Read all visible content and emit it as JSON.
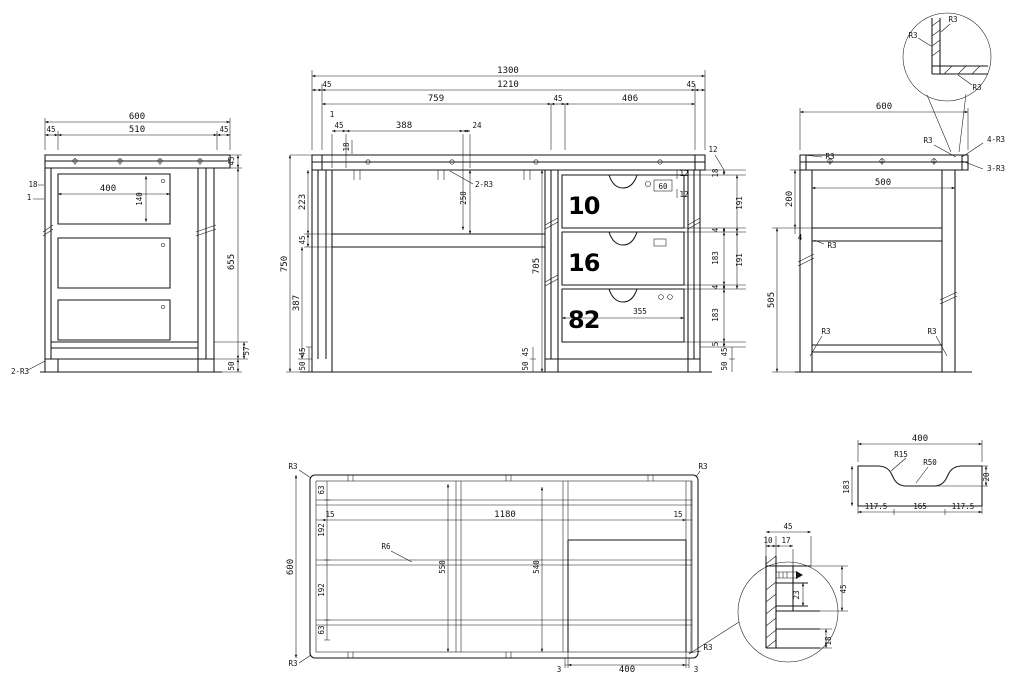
{
  "drawing": {
    "background": "#ffffff",
    "line_color": "#141414"
  },
  "side_left": {
    "overall_width": "600",
    "inner_width": "510",
    "inset_left": "45",
    "inset_right": "45",
    "panel_18": "18",
    "gap_1": "1",
    "drawer_width_400": "400",
    "drawer_height_140": "140",
    "top_thickness_45": "45",
    "body_height_655": "655",
    "base_57": "57",
    "foot_50": "50",
    "corner_note": "2-R3"
  },
  "front": {
    "overall_width": "1300",
    "inner_width": "1210",
    "inset_left": "45",
    "inset_right": "45",
    "opening_759": "759",
    "divider_45": "45",
    "pedestal_406": "406",
    "gap_1": "1",
    "apron_45": "45",
    "panel_18": "18",
    "offset_388": "388",
    "offset_24": "24",
    "depth_250": "250",
    "corner_note": "2-R3",
    "upper_223": "223",
    "rail_45": "45",
    "overall_height_750": "750",
    "lower_387": "387",
    "pedestal_height_705": "705",
    "left_foot_45": "45",
    "left_foot_50": "50",
    "ped_left_45": "45",
    "ped_left_50": "50",
    "ped_right_45": "45",
    "ped_right_50": "50",
    "top_gap_12": "12",
    "chain_inner": [
      "18",
      "4",
      "183",
      "4",
      "183",
      "5"
    ],
    "chain_outer": [
      "191",
      "191"
    ],
    "drawer_width_355": "355",
    "recess_60": "60",
    "gap_12_a": "12",
    "gap_12_b": "12",
    "drawer_numbers": [
      "10",
      "16",
      "82"
    ]
  },
  "side_right": {
    "overall_width": "600",
    "inner_width": "500",
    "r3_top_left": "R3",
    "r3_top_right": "R3",
    "note_4_r3": "4-R3",
    "note_3_r3": "3-R3",
    "upper_200": "200",
    "gap_4": "4",
    "r3_rail": "R3",
    "lower_505": "505",
    "r3_foot_left": "R3",
    "r3_foot_right": "R3",
    "detail": {
      "r3_a": "R3",
      "r3_b": "R3",
      "r3_c": "R3"
    }
  },
  "plan": {
    "r3_top_left": "R3",
    "r3_top_right": "R3",
    "r3_bottom_left": "R3",
    "r3_cutout": "R3",
    "chain": [
      "63",
      "192",
      "192",
      "63"
    ],
    "edge_15_left": "15",
    "width_1180": "1180",
    "edge_15_right": "15",
    "r6": "R6",
    "depth_600": "600",
    "depth_550": "550",
    "depth_540": "540",
    "cut_3_left": "3",
    "cut_400": "400",
    "cut_3_right": "3"
  },
  "edge_profile": {
    "width_400": "400",
    "r15": "R15",
    "r50": "R50",
    "height_183": "183",
    "seg_117_left": "117.5",
    "seg_165": "165",
    "seg_117_right": "117.5",
    "depth_20": "20"
  },
  "corner_detail": {
    "dim_45_top": "45",
    "dim_10": "10",
    "dim_17": "17",
    "dim_45_right": "45",
    "dim_23": "23",
    "dim_18": "18"
  }
}
